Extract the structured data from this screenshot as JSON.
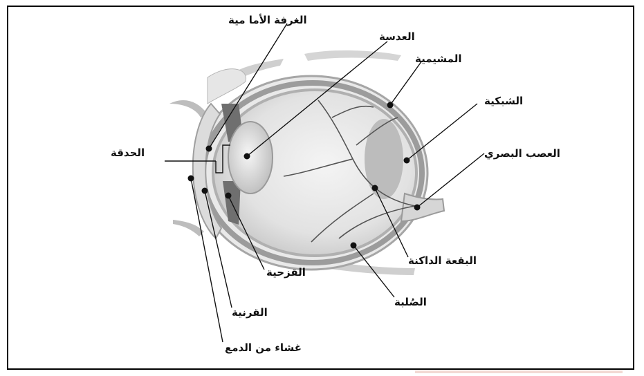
{
  "labels": {
    "anterior_chamber": "الغرفة الأما مية",
    "lens": "العدسة",
    "choroid": "المشيمية",
    "retina": "الشبكية",
    "optic_nerve": "العصب البصري",
    "pupil": "الحدقة",
    "blind_spot": "البقعة الداكنة",
    "iris": "القزحية",
    "sclera": "الصُلبة",
    "cornea": "القرنية",
    "tear_film": "غشاء من الدمع"
  }
}
